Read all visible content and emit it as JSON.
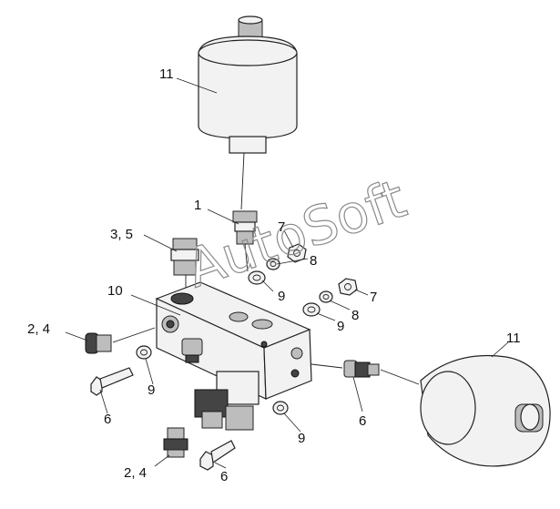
{
  "callouts": {
    "c11_top": "11",
    "c1": "1",
    "c3_5": "3, 5",
    "c7_a": "7",
    "c8_a": "8",
    "c9_a": "9",
    "c10": "10",
    "c7_b": "7",
    "c8_b": "8",
    "c9_b": "9",
    "c2_4_left": "2, 4",
    "c9_c": "9",
    "c6_left": "6",
    "c6_mid": "6",
    "c11_right": "11",
    "c9_d": "9",
    "c2_4_bottom": "2, 4",
    "c6_bottom": "6"
  },
  "watermark": "AutoSoft"
}
